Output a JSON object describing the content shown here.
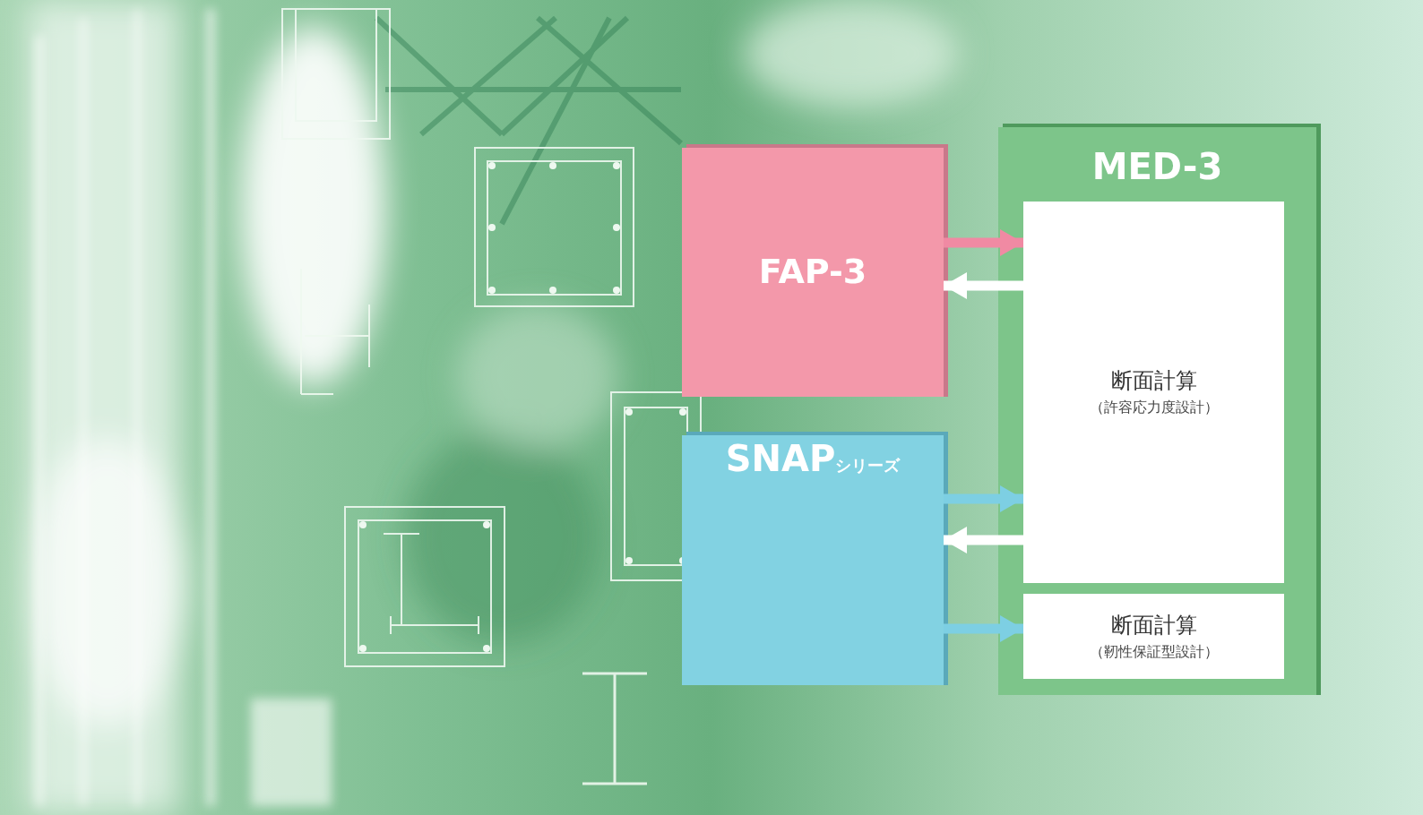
{
  "diagram": {
    "nodes": [
      {
        "text": [
          "FAP-3"
        ]
      },
      {
        "text": [
          "SNAP",
          "シリーズ"
        ]
      },
      {
        "text": [
          "MED-3"
        ]
      },
      {
        "text": [
          "断面計算",
          "（許容応力度設計）"
        ],
        "in": 2
      },
      {
        "text": [
          "断面計算",
          "（靭性保証型設計）"
        ],
        "in": 2
      }
    ],
    "edges": [
      {
        "from": 0,
        "to": 3,
        "arrow": "to"
      },
      {
        "from": 3,
        "to": 0,
        "arrow": "to"
      },
      {
        "from": 1,
        "to": 3,
        "arrow": "to"
      },
      {
        "from": 3,
        "to": 1,
        "arrow": "to"
      },
      {
        "from": 1,
        "to": 4,
        "arrow": "to"
      }
    ]
  }
}
